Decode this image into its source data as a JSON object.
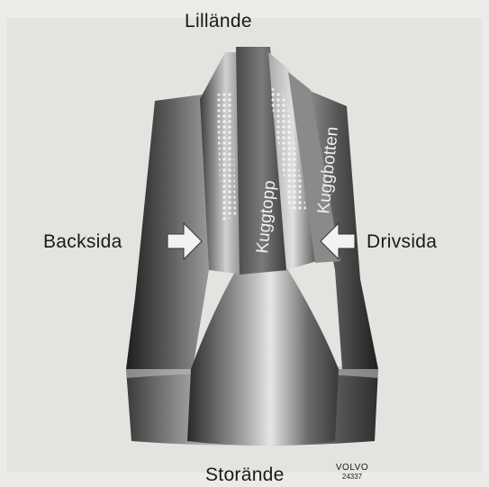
{
  "labels": {
    "top": "Lilländе",
    "left": "Backsida",
    "right": "Drivsida",
    "bottom": "Storände",
    "face_top": "Kuggtopp",
    "face_bottom": "Kuggbotten"
  },
  "brand": {
    "name": "VOLVO",
    "code": "24337"
  },
  "colors": {
    "background": "#ecebe7",
    "metal_dark": "#2b2b2b",
    "metal_mid": "#6d6d6d",
    "metal_light": "#d8d8d8",
    "arrow": "#f2f2f2"
  },
  "icons": [
    "arrow-right-icon",
    "arrow-left-icon"
  ]
}
